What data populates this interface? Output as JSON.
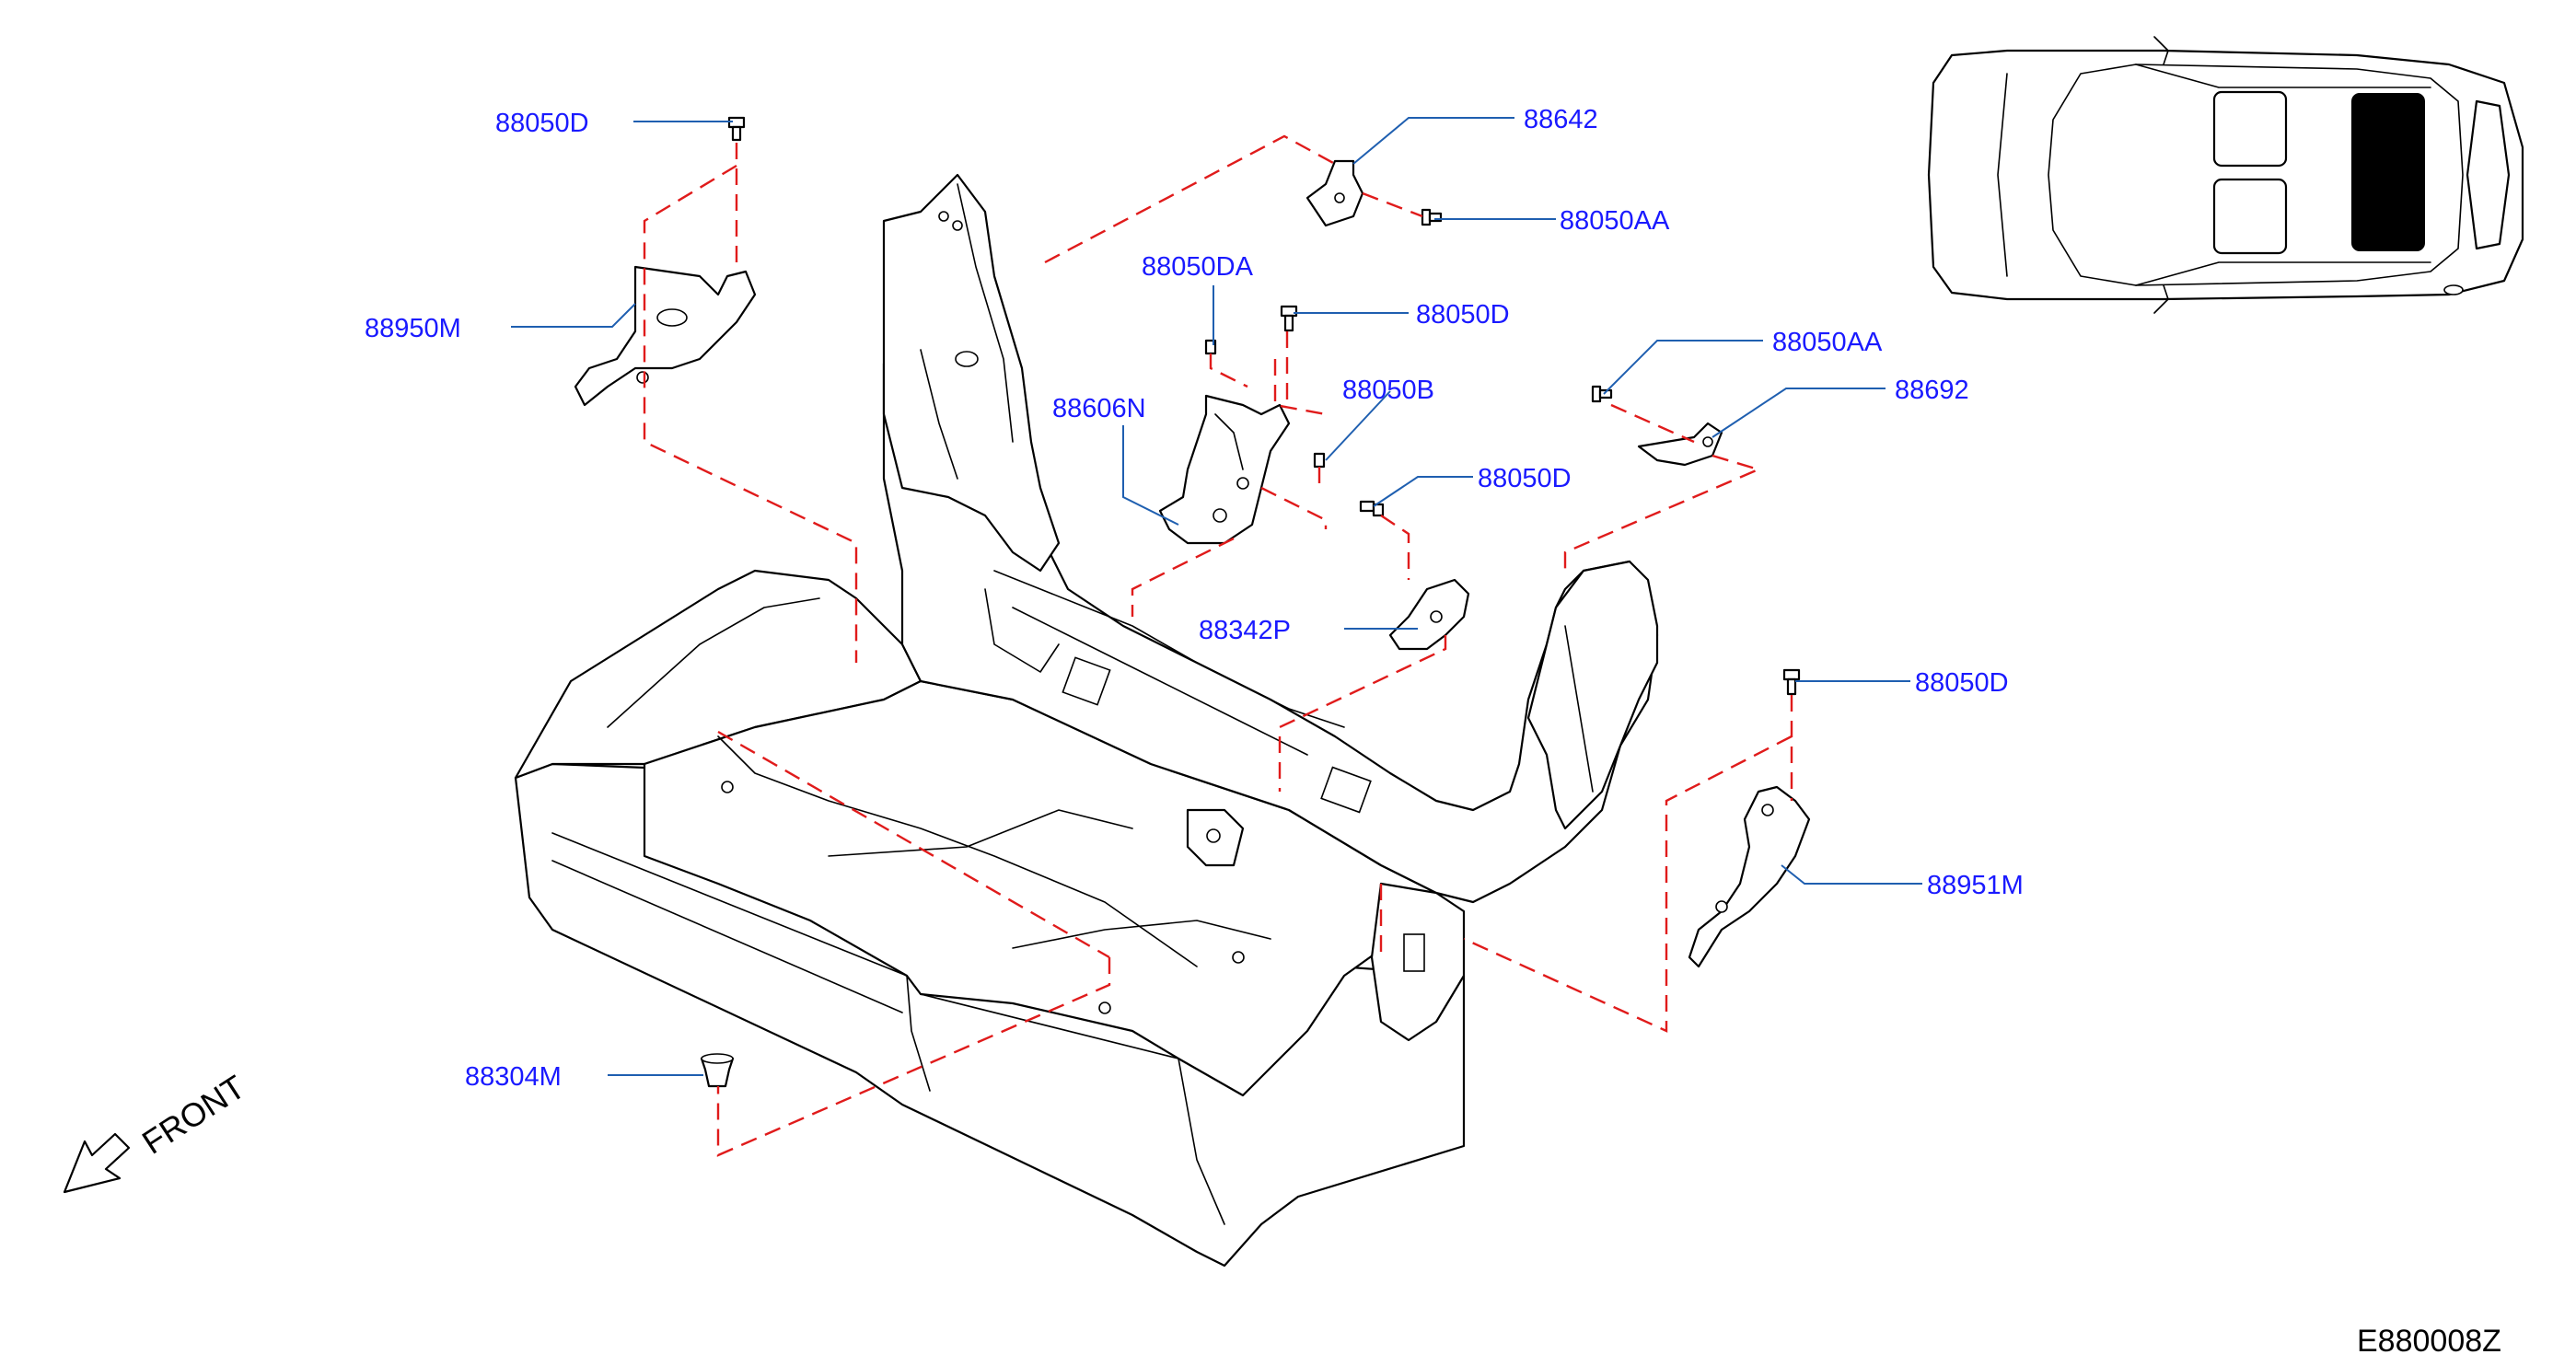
{
  "labels": {
    "l_88050D_1": "88050D",
    "l_88950M": "88950M",
    "l_88642": "88642",
    "l_88050AA_1": "88050AA",
    "l_88050DA": "88050DA",
    "l_88050D_2": "88050D",
    "l_88606N": "88606N",
    "l_88050B": "88050B",
    "l_88050AA_2": "88050AA",
    "l_88692": "88692",
    "l_88050D_3": "88050D",
    "l_88342P": "88342P",
    "l_88050D_4": "88050D",
    "l_88951M": "88951M",
    "l_88304M": "88304M"
  },
  "front_label": "FRONT",
  "diagram_code": "E880008Z",
  "colors": {
    "label": "#1a1aff",
    "leader_line": "#1f5fb0",
    "dashed_line": "#e01b1b",
    "outline": "#000000",
    "highlight_fill": "#000000"
  },
  "icons": {
    "front_arrow": "front-arrow-icon",
    "vehicle_locator": "car-top-view-icon"
  }
}
